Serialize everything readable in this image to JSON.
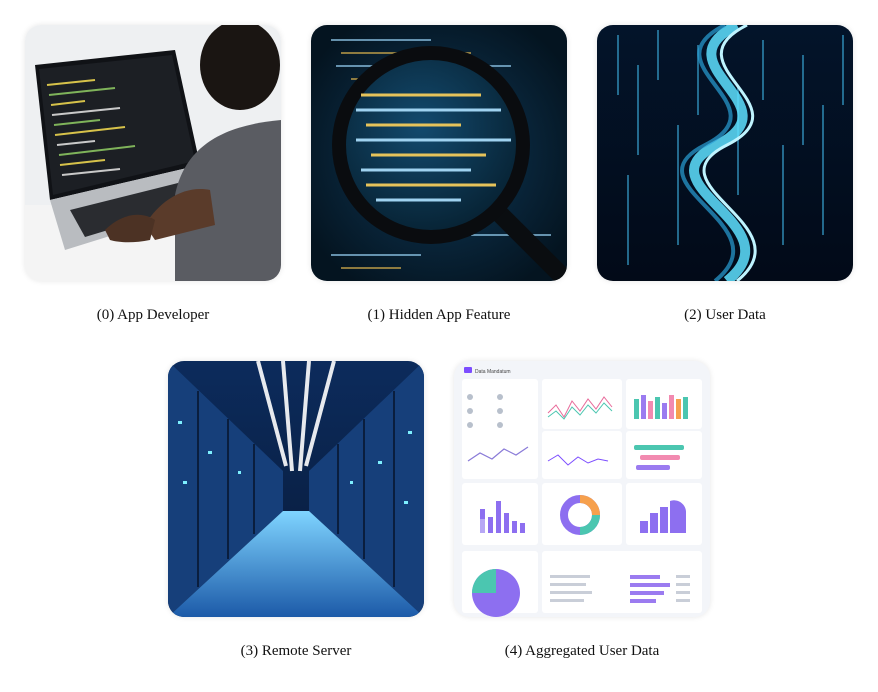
{
  "captions": {
    "c0": "(0) App Developer",
    "c1": "(1) Hidden App Feature",
    "c2": "(2) User Data",
    "c3": "(3) Remote Server",
    "c4": "(4) Aggregated User Data"
  },
  "dashboard": {
    "brand": "Data Mandatum"
  },
  "icons": {
    "card0": "laptop-developer-photo",
    "card1": "magnifying-glass-code-photo",
    "card2": "data-helix-photo",
    "card3": "server-room-photo",
    "card4": "analytics-dashboard-screenshot"
  }
}
